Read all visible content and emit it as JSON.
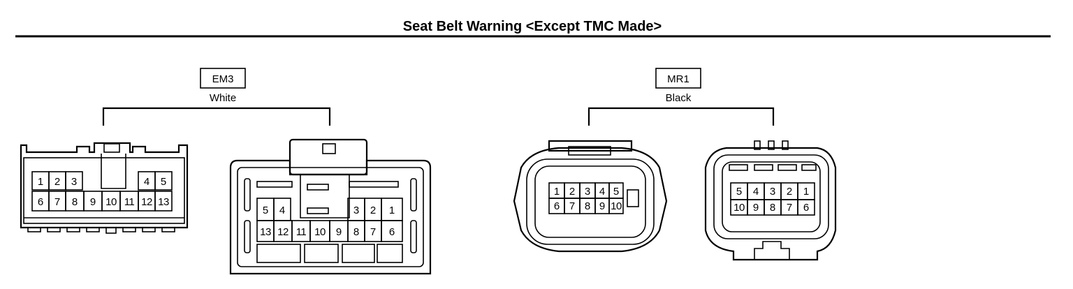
{
  "title": "Seat Belt Warning <Except TMC Made>",
  "connectors": [
    {
      "id": "EM3",
      "color": "White",
      "views": [
        {
          "rows": [
            [
              "1",
              "2",
              "3",
              "",
              "",
              "",
              "",
              "4",
              "5"
            ],
            [
              "6",
              "7",
              "8",
              "9",
              "10",
              "11",
              "12",
              "13"
            ]
          ]
        },
        {
          "rows": [
            [
              "5",
              "4",
              "",
              "",
              "3",
              "2",
              "1"
            ],
            [
              "13",
              "12",
              "11",
              "10",
              "9",
              "8",
              "7",
              "6"
            ]
          ]
        }
      ]
    },
    {
      "id": "MR1",
      "color": "Black",
      "views": [
        {
          "rows": [
            [
              "1",
              "2",
              "3",
              "4",
              "5"
            ],
            [
              "6",
              "7",
              "8",
              "9",
              "10"
            ]
          ]
        },
        {
          "rows": [
            [
              "5",
              "4",
              "3",
              "2",
              "1"
            ],
            [
              "10",
              "9",
              "8",
              "7",
              "6"
            ]
          ]
        }
      ]
    }
  ]
}
